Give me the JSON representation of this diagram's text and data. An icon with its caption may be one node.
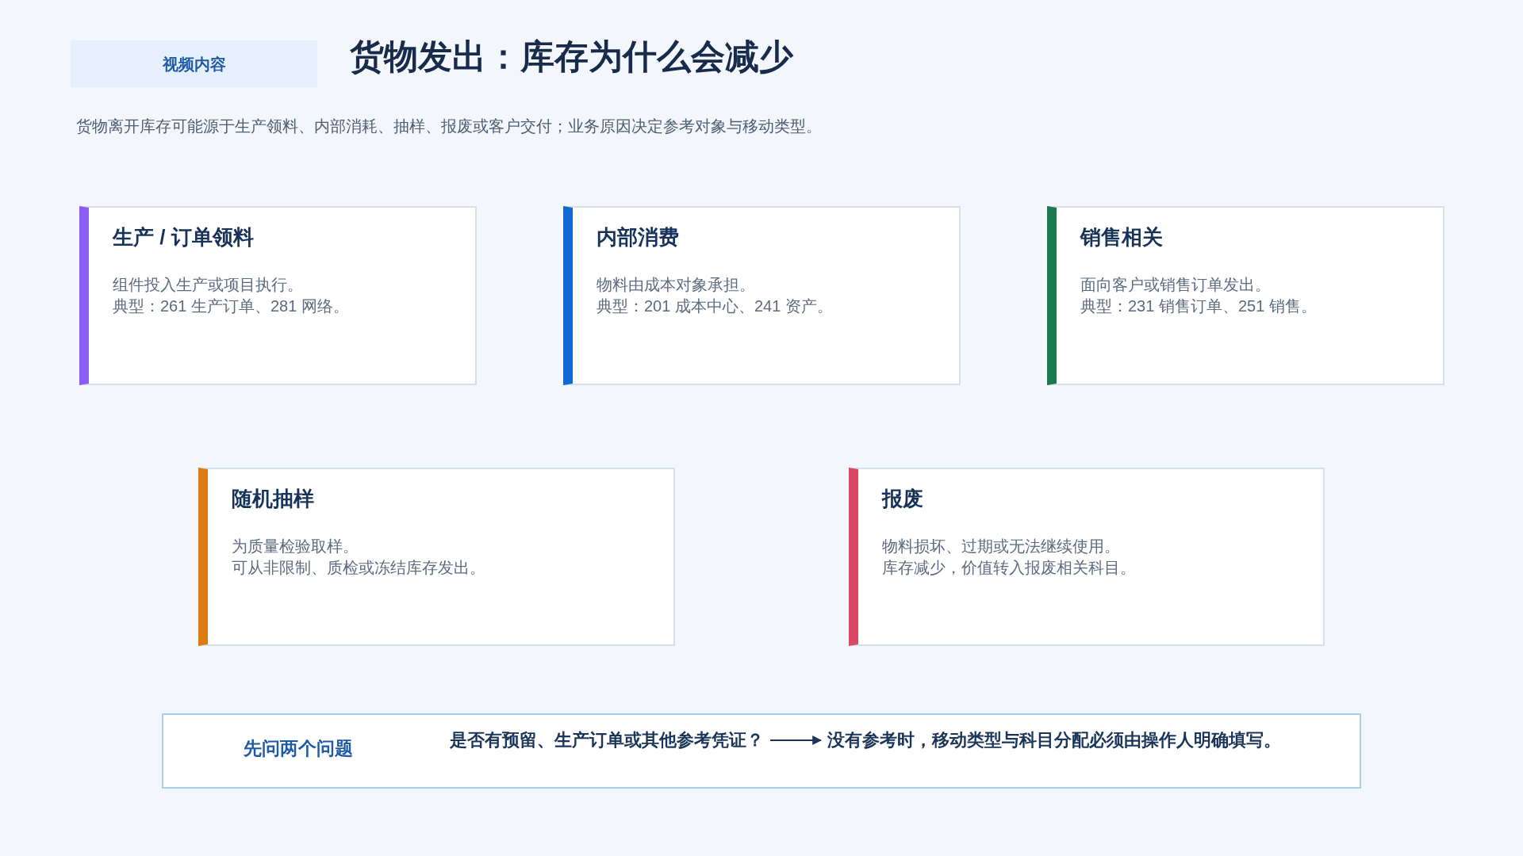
{
  "diagram": {
    "title": "货物发出：库存为什么会减少",
    "nodes": [
      {
        "text": [
          "视频内容"
        ]
      },
      {
        "text": [
          "生产 / 订单领料",
          "组件投入生产或项目执行。",
          "典型：261 生产订单、281 网络。"
        ]
      },
      {
        "text": [
          "内部消费",
          "物料由成本对象承担。",
          "典型：201 成本中心、241 资产。"
        ]
      },
      {
        "text": [
          "销售相关",
          "面向客户或销售订单发出。",
          "典型：231 销售订单、251 销售。"
        ]
      },
      {
        "text": [
          "随机抽样",
          "为质量检验取样。",
          "可从非限制、质检或冻结库存发出。"
        ]
      },
      {
        "text": [
          "报废",
          "物料损坏、过期或无法继续使用。",
          "库存减少，价值转入报废相关科目。"
        ]
      },
      {
        "text": [
          "先问两个问题"
        ]
      },
      {
        "text": [
          "是否有预留、生产订单或其他参考凭证？"
        ],
        "in": 6
      },
      {
        "text": [
          "没有参考时，移动类型与科目分配必须由操作人明确填写。"
        ],
        "in": 6
      }
    ],
    "edges": [
      {
        "from": 7,
        "to": 8,
        "arrow": "to"
      }
    ],
    "labels": [
      "货物离开库存可能源于生产领料、内部消耗、抽样、报废或客户交付；业务原因决定参考对象与移动类型。"
    ]
  }
}
